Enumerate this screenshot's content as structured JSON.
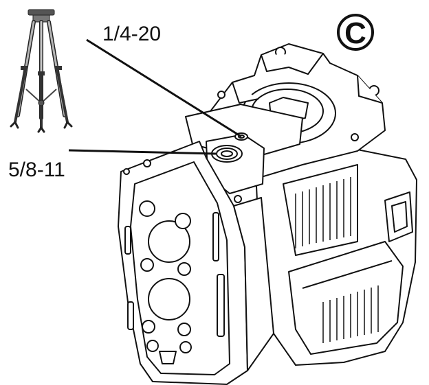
{
  "diagram": {
    "panel_letter": "C",
    "callouts": [
      {
        "label": "1/4-20"
      },
      {
        "label": "5/8-11"
      }
    ]
  },
  "colors": {
    "line": "#111111",
    "background": "#ffffff",
    "tripod_metal": "#9a9a9a"
  },
  "icons": [
    "tripod-icon",
    "laser-level-device"
  ]
}
